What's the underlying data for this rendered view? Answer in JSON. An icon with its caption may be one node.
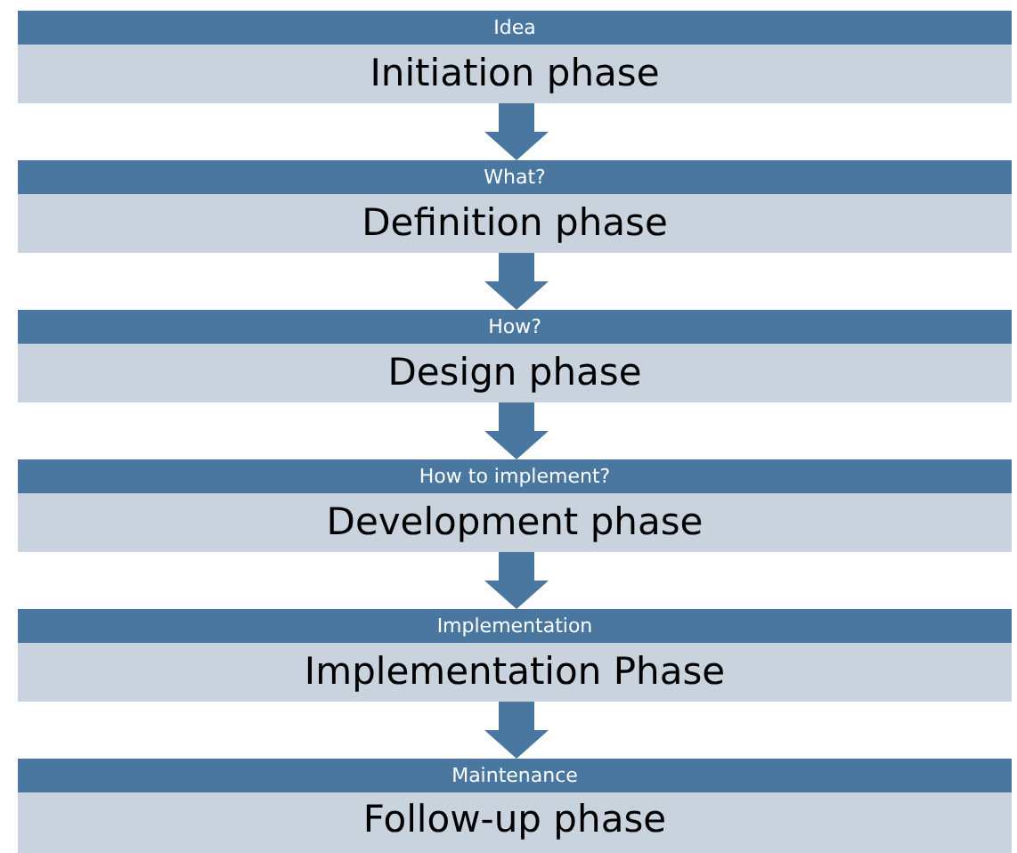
{
  "diagram": {
    "nodes": [
      {
        "text": [
          "Idea",
          "Initiation phase"
        ]
      },
      {
        "text": [
          "What?",
          "Definition phase"
        ]
      },
      {
        "text": [
          "How?",
          "Design phase"
        ]
      },
      {
        "text": [
          "How to implement?",
          "Development phase"
        ]
      },
      {
        "text": [
          "Implementation",
          "Implementation Phase"
        ]
      },
      {
        "text": [
          "Maintenance",
          "Follow-up phase"
        ]
      }
    ],
    "edges": [
      {
        "from": 0,
        "to": 1,
        "arrow": "to"
      },
      {
        "from": 1,
        "to": 2,
        "arrow": "to"
      },
      {
        "from": 2,
        "to": 3,
        "arrow": "to"
      },
      {
        "from": 3,
        "to": 4,
        "arrow": "to"
      },
      {
        "from": 4,
        "to": 5,
        "arrow": "to"
      }
    ]
  }
}
